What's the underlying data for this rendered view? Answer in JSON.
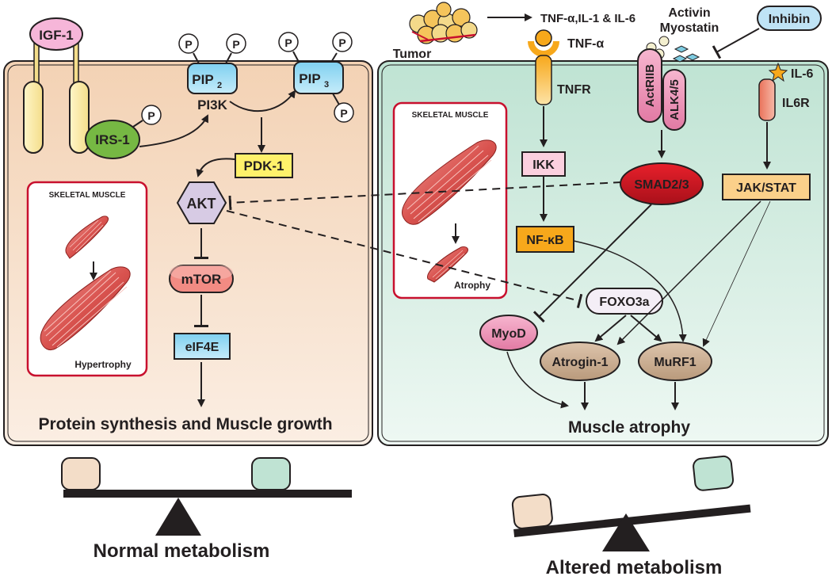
{
  "left_panel": {
    "igf1": "IGF-1",
    "irs1": "IRS-1",
    "phospho": "P",
    "pip2": "PIP",
    "pip2_sub": "2",
    "pip3": "PIP",
    "pip3_sub": "3",
    "pi3k": "PI3K",
    "pdk1": "PDK-1",
    "akt": "AKT",
    "mtor": "mTOR",
    "eif4e": "eIF4E",
    "muscle_box_title": "SKELETAL MUSCLE",
    "muscle_box_caption": "Hypertrophy",
    "outcome": "Protein synthesis and Muscle growth"
  },
  "right_panel": {
    "tumor": "Tumor",
    "tumor_secretes": "TNF-α,IL-1 & IL-6",
    "tnfa": "TNF-α",
    "tnfr": "TNFR",
    "activin_myostatin_line1": "Activin",
    "activin_myostatin_line2": "Myostatin",
    "inhibin": "Inhibin",
    "il6": "IL-6",
    "actriib": "ActRIIB",
    "alk45": "ALK4/5",
    "il6r": "IL6R",
    "ikk": "IKK",
    "nfkb": "NF-κB",
    "smad": "SMAD2/3",
    "jakstat": "JAK/STAT",
    "foxo3a": "FOXO3a",
    "myod": "MyoD",
    "atrogin1": "Atrogin-1",
    "murf1": "MuRF1",
    "muscle_box_title": "SKELETAL MUSCLE",
    "muscle_box_caption": "Atrophy",
    "outcome": "Muscle atrophy"
  },
  "captions": {
    "normal": "Normal metabolism",
    "altered": "Altered metabolism"
  },
  "colors": {
    "left_cell": "#f6dcc4",
    "right_cell": "#cfeadf",
    "muscle": "#d9534f",
    "box_border": "#c8102e",
    "beam": "#231f20"
  }
}
